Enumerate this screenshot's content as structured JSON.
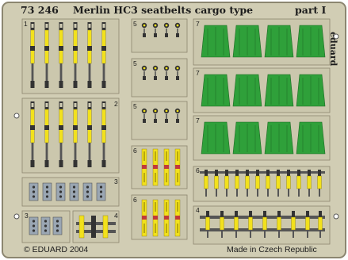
{
  "sheet": {
    "code": "73 246",
    "name": "Merlin HC3 seatbelts cargo type",
    "part": "part I",
    "brand": "eduard",
    "copyright": "© EDUARD 2004",
    "origin": "Made in Czech Republic"
  },
  "part_numbers": {
    "n1": "1",
    "n2": "2",
    "n3a": "3",
    "n3b": "3",
    "n4a": "4",
    "n4b": "4",
    "n5a": "5",
    "n5b": "5",
    "n5c": "5",
    "n6a": "6",
    "n6b": "6",
    "n6c": "6",
    "n7a": "7",
    "n7b": "7",
    "n7c": "7"
  },
  "colors": {
    "brass": "#d1cdb4",
    "yellow": "#f2e11c",
    "green": "#2fa03a",
    "red": "#c03a3a",
    "grey": "#9aa6b3"
  },
  "icons": [
    "mounting-hole-icon"
  ]
}
